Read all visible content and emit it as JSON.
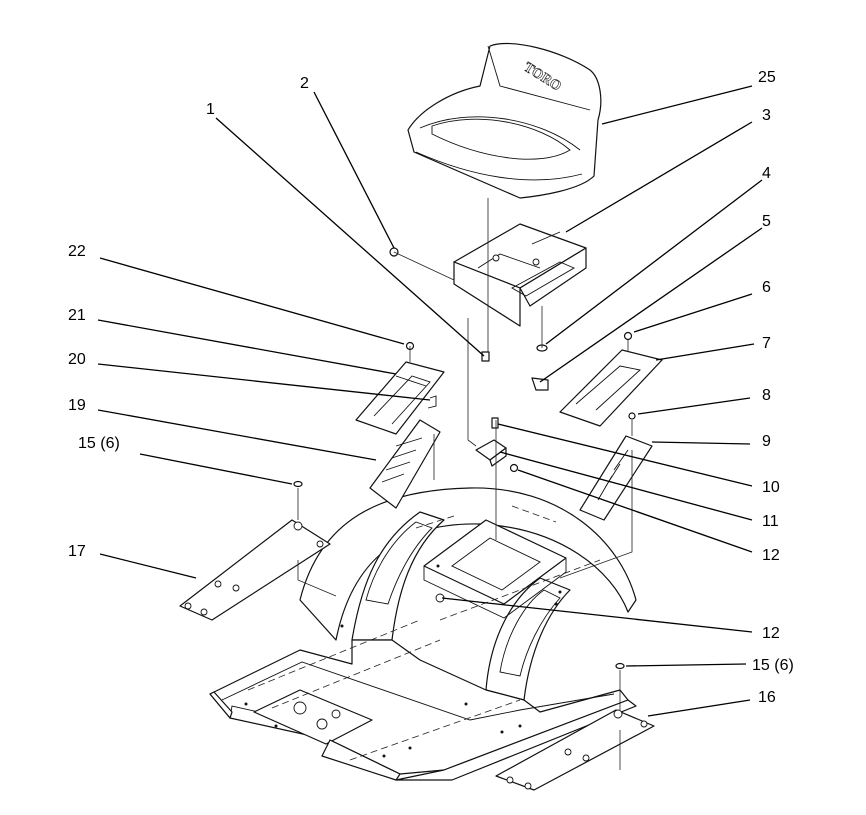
{
  "diagram": {
    "brand_text": "TORO",
    "callouts": [
      {
        "id": "c1",
        "label": "1"
      },
      {
        "id": "c2",
        "label": "2"
      },
      {
        "id": "c25",
        "label": "25"
      },
      {
        "id": "c3",
        "label": "3"
      },
      {
        "id": "c4",
        "label": "4"
      },
      {
        "id": "c5",
        "label": "5"
      },
      {
        "id": "c6",
        "label": "6"
      },
      {
        "id": "c7",
        "label": "7"
      },
      {
        "id": "c8",
        "label": "8"
      },
      {
        "id": "c9",
        "label": "9"
      },
      {
        "id": "c10",
        "label": "10"
      },
      {
        "id": "c11",
        "label": "11"
      },
      {
        "id": "c12a",
        "label": "12"
      },
      {
        "id": "c12b",
        "label": "12"
      },
      {
        "id": "c22",
        "label": "22"
      },
      {
        "id": "c21",
        "label": "21"
      },
      {
        "id": "c20",
        "label": "20"
      },
      {
        "id": "c19",
        "label": "19"
      },
      {
        "id": "c15a",
        "label": "15 (6)"
      },
      {
        "id": "c15b",
        "label": "15 (6)"
      },
      {
        "id": "c17",
        "label": "17"
      },
      {
        "id": "c16",
        "label": "16"
      }
    ]
  }
}
